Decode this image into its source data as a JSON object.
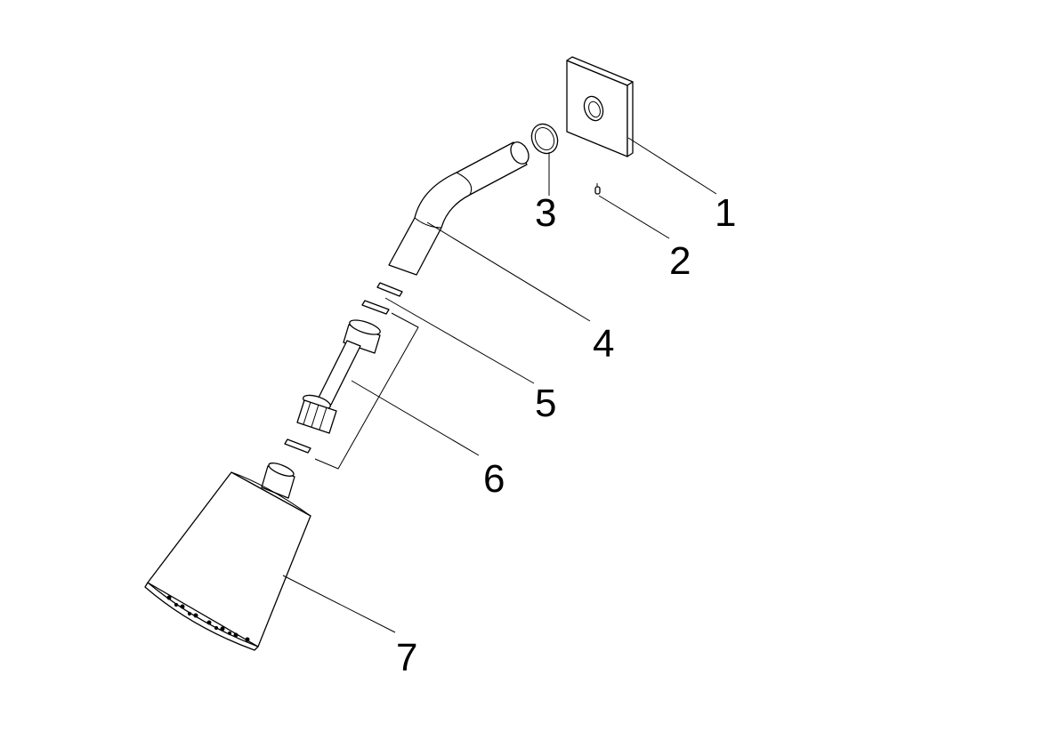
{
  "diagram": {
    "callouts": [
      {
        "id": "flange",
        "label": "1"
      },
      {
        "id": "set-screw",
        "label": "2"
      },
      {
        "id": "o-ring",
        "label": "3"
      },
      {
        "id": "shower-arm",
        "label": "4"
      },
      {
        "id": "washer",
        "label": "5"
      },
      {
        "id": "ball-joint-kit",
        "label": "6"
      },
      {
        "id": "shower-head",
        "label": "7"
      }
    ]
  }
}
